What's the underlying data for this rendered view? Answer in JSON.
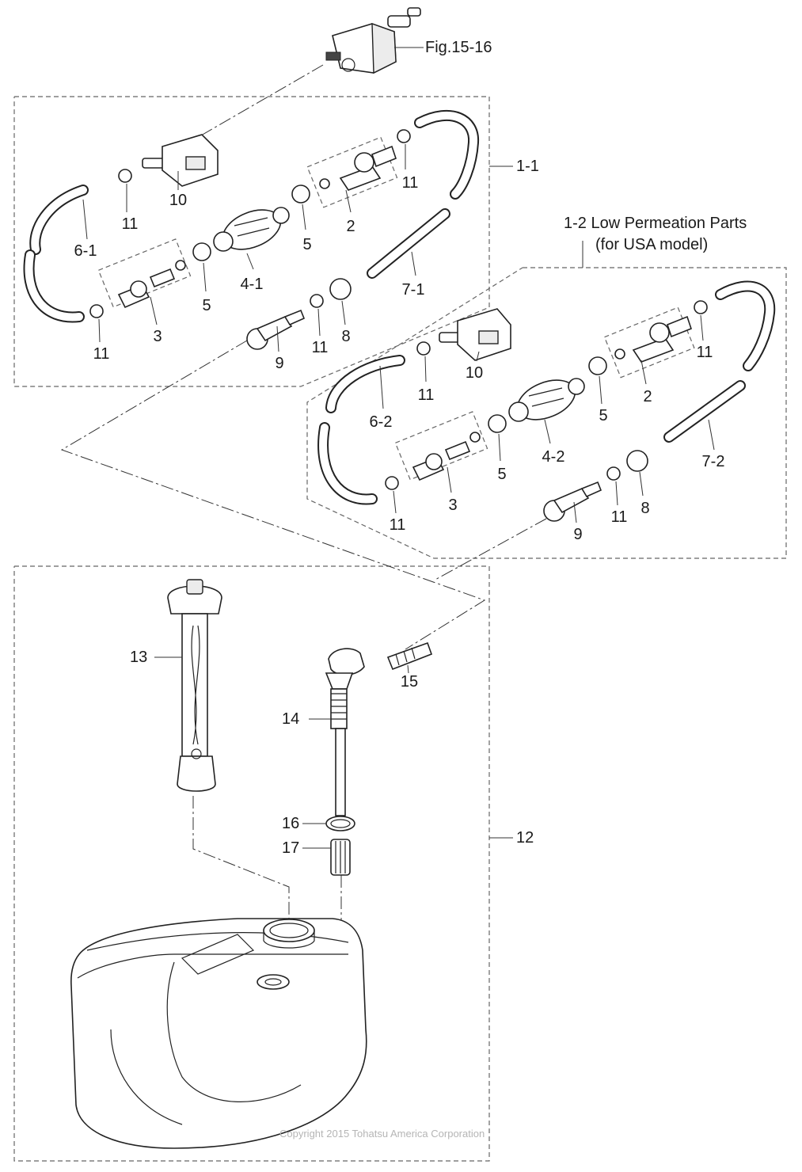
{
  "figure_ref": "Fig.15-16",
  "groups": {
    "standard": {
      "label": "1-1"
    },
    "low_permeation": {
      "label": "1-2 Low Permeation Parts",
      "note": "(for USA model)"
    },
    "tank_assy": {
      "label": "12"
    }
  },
  "callouts": {
    "g1_10": "10",
    "g1_11a": "11",
    "g1_11b": "11",
    "g1_2": "2",
    "g1_61": "6-1",
    "g1_5a": "5",
    "g1_41": "4-1",
    "g1_5b": "5",
    "g1_71": "7-1",
    "g1_3": "3",
    "g1_11c": "11",
    "g1_11d": "11",
    "g1_8": "8",
    "g1_9": "9",
    "g2_11a": "11",
    "g2_10": "10",
    "g2_11b": "11",
    "g2_62": "6-2",
    "g2_2": "2",
    "g2_5a": "5",
    "g2_42": "4-2",
    "g2_5b": "5",
    "g2_72": "7-2",
    "g2_3": "3",
    "g2_11c": "11",
    "g2_11d": "11",
    "g2_8": "8",
    "g2_9": "9",
    "p13": "13",
    "p14": "14",
    "p15": "15",
    "p16": "16",
    "p17": "17"
  },
  "copyright": "Copyright 2015 Tohatsu America Corporation"
}
